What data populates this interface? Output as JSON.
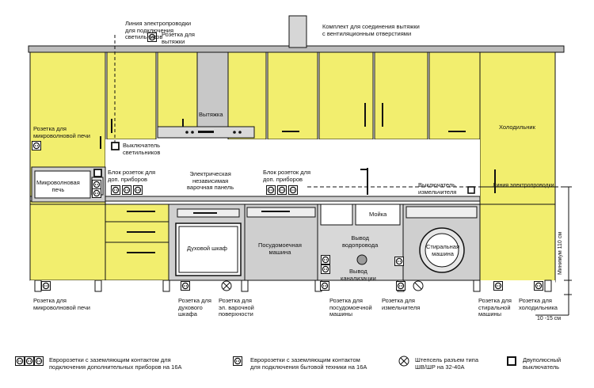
{
  "colors": {
    "cabinet": "#f2ee6e",
    "appliance": "#c8c8c8",
    "outline": "#1a1a1a",
    "white": "#ffffff"
  },
  "top_labels": {
    "lighting_line": "Линия электропроводки\nдля подключения\nсветильников",
    "hood_socket": "Розетка для\nвытяжки",
    "vent_kit": "Комплект для соединения вытяжки\nс вентиляционным отверстиями"
  },
  "cabinet_labels": {
    "hood": "Вытяжка",
    "light_switch": "Выключатель\nсветильников",
    "fridge": "Холодильник",
    "wiring_line": "Линия электропроводки",
    "microwave_socket_top": "Розетка для\nмикроволновой печи",
    "microwave": "Микроволновая\nпечь",
    "socket_block_left": "Блок розеток для\nдоп. приборов",
    "hob": "Электрическая\nнезависимая\nварочная панель",
    "socket_block_right": "Блок розеток для\nдоп. приборов",
    "dispenser_switch": "Выключатель\nизмельчителя",
    "sink": "Мойка",
    "oven": "Духовой шкаф",
    "dishwasher": "Посудомоечная\nмашина",
    "water_outlet": "Вывод\nводопровода",
    "sewer_outlet": "Вывод\nканализации",
    "washer": "Стиральная\nмашина",
    "height_min": "Минимум 110 см",
    "gap": "10 -15 см"
  },
  "bottom_labels": {
    "microwave": "Розетка для\nмикроволновой печи",
    "oven": "Розетка для\nдухового\nшкафа",
    "hob": "Розетка для\nэл. варочной\nповерхности",
    "dishwasher": "Розетка для\nпосудомоечной\nмашины",
    "disposer": "Розетка для\nизмельчителя",
    "washer": "Розетка для\nстиральной\nмашины",
    "fridge": "Розетка для\nхолодильника"
  },
  "legend": [
    {
      "icon": "triple-socket-icon",
      "text": "Евророзетки с заземляющим контактом для\nподключения дополнительных приборов на 16А"
    },
    {
      "icon": "double-socket-icon",
      "text": "Евророзетки с заземляющим контактом\nдля подключения бытовой техники на 16А"
    },
    {
      "icon": "plug-connector-icon",
      "text": "Штепсель разъем типа\nШВ/ШР на 32-40А"
    },
    {
      "icon": "bipolar-switch-icon",
      "text": "Двуполюсный\nвыключатель"
    }
  ]
}
